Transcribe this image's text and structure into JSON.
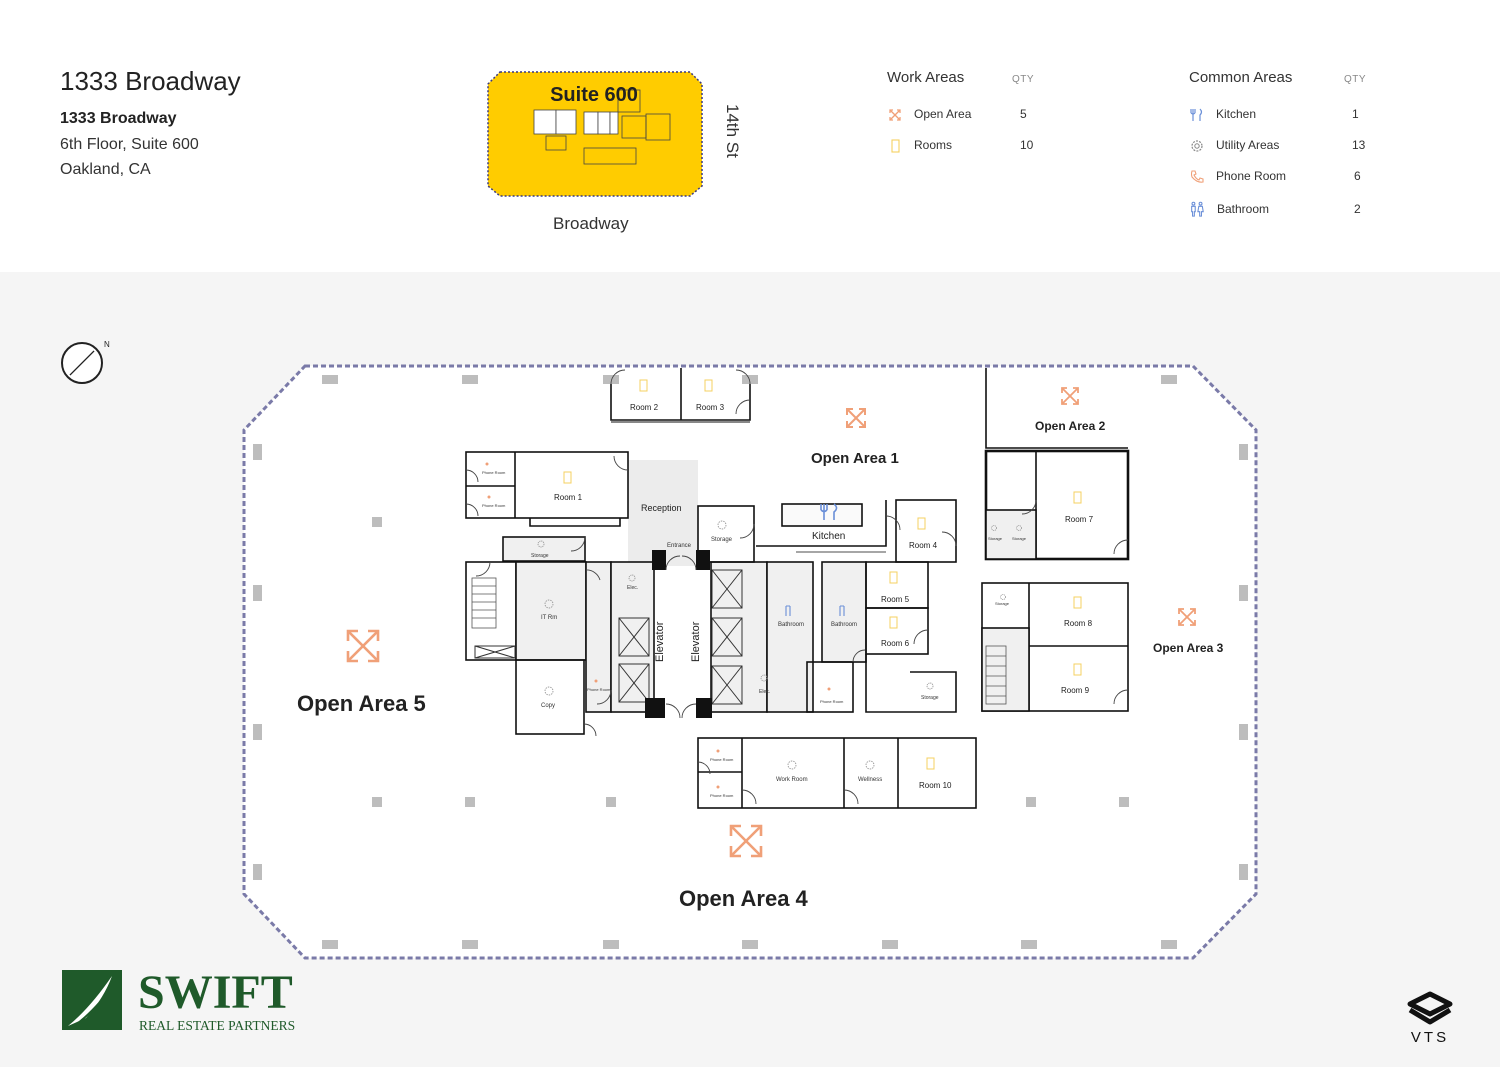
{
  "header": {
    "title": "1333 Broadway",
    "address_line1": "1333 Broadway",
    "address_line2": "6th Floor, Suite 600",
    "address_line3": "Oakland, CA"
  },
  "keymap": {
    "suite_label": "Suite 600",
    "street_right": "14th St",
    "street_bottom": "Broadway",
    "highlight_color": "#ffcc00"
  },
  "legend": {
    "work_areas": {
      "title": "Work Areas",
      "qty_header": "QTY",
      "items": [
        {
          "label": "Open Area",
          "qty": "5",
          "icon": "open-area-icon"
        },
        {
          "label": "Rooms",
          "qty": "10",
          "icon": "room-icon"
        }
      ]
    },
    "common_areas": {
      "title": "Common Areas",
      "qty_header": "QTY",
      "items": [
        {
          "label": "Kitchen",
          "qty": "1",
          "icon": "kitchen-icon"
        },
        {
          "label": "Utility Areas",
          "qty": "13",
          "icon": "gear-icon"
        },
        {
          "label": "Phone Room",
          "qty": "6",
          "icon": "phone-icon"
        },
        {
          "label": "Bathroom",
          "qty": "2",
          "icon": "bathroom-icon"
        }
      ]
    }
  },
  "plan": {
    "compass_letter": "N",
    "open_areas": {
      "a1": "Open Area 1",
      "a2": "Open Area 2",
      "a3": "Open Area 3",
      "a4": "Open Area 4",
      "a5": "Open Area 5"
    },
    "rooms": {
      "r1": "Room 1",
      "r2": "Room 2",
      "r3": "Room 3",
      "r4": "Room 4",
      "r5": "Room 5",
      "r6": "Room 6",
      "r7": "Room 7",
      "r8": "Room 8",
      "r9": "Room 9",
      "r10": "Room 10"
    },
    "spaces": {
      "reception": "Reception",
      "entrance": "Entrance",
      "kitchen": "Kitchen",
      "elevator_left": "Elevator",
      "elevator_right": "Elevator",
      "it_room": "IT Rm",
      "copy": "Copy",
      "storage": "Storage",
      "elec": "Elec.",
      "bathroom": "Bathroom",
      "work_room": "Work Room",
      "wellness": "Wellness",
      "phone_room": "Phone Room"
    },
    "colors": {
      "open_area_icon": "#f0a078",
      "room_icon": "#f5d060",
      "bathroom_icon": "#6a8fd8",
      "wall": "#111111",
      "window": "#7a7aa8"
    }
  },
  "brand": {
    "swift_name": "SWIFT",
    "swift_tagline": "REAL ESTATE PARTNERS",
    "swift_color": "#1f5a2a",
    "vts_name": "VTS"
  }
}
